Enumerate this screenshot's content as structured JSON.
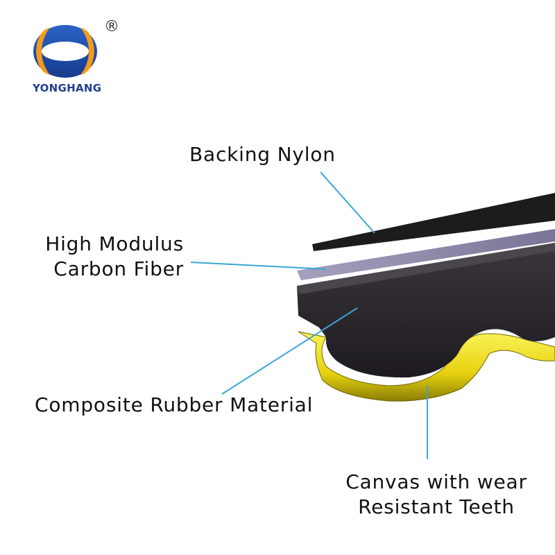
{
  "brand": {
    "name": "YONGHANG",
    "registered_mark": "®",
    "logo_icon": "yonghang-ring-logo-icon",
    "colors": {
      "blue": "#1e4ba8",
      "orange": "#f39a1e"
    }
  },
  "diagram": {
    "subject": "timing-belt-cross-section",
    "layers": [
      {
        "id": "backing",
        "lines": [
          "Backing Nylon"
        ],
        "color": "#1a1a1a"
      },
      {
        "id": "carbon",
        "lines": [
          "High Modulus",
          "Carbon Fiber"
        ],
        "color": "#8b86a6"
      },
      {
        "id": "rubber",
        "lines": [
          "Composite Rubber Material"
        ],
        "color": "#2e2b30"
      },
      {
        "id": "canvas",
        "lines": [
          "Canvas with wear",
          "Resistant Teeth"
        ],
        "color": "#f2e31a"
      }
    ],
    "leader_color": "#3aa6d6"
  }
}
